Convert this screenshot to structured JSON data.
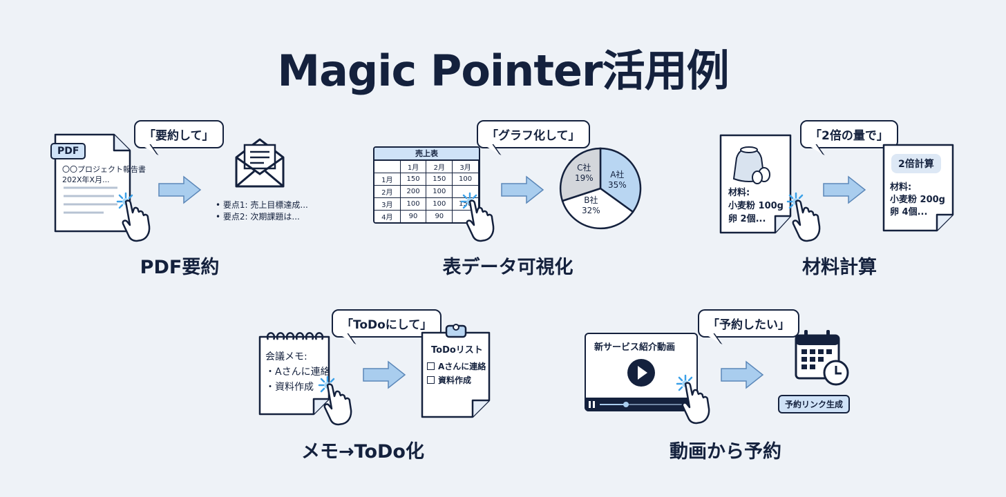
{
  "title": "Magic Pointer活用例",
  "colors": {
    "navy": "#14213d",
    "light_blue": "#b9d6f2",
    "arrow_blue": "#a9cdee",
    "background": "#eef2f7"
  },
  "examples": {
    "pdf": {
      "caption": "PDF要約",
      "bubble": "「要約して」",
      "doc_tag": "PDF",
      "doc_lines": [
        "〇〇プロジェクト報告書",
        "202X年X月..."
      ],
      "result_lines": [
        "• 要点1: 売上目標達成...",
        "• 要点2: 次期課題は..."
      ]
    },
    "table": {
      "caption": "表データ可視化",
      "bubble": "「グラフ化して」",
      "sheet_title": "売上表",
      "headers": [
        "",
        "1月",
        "2月",
        "3月"
      ],
      "rows": [
        [
          "1月",
          "150",
          "150",
          "100"
        ],
        [
          "2月",
          "200",
          "100",
          ""
        ],
        [
          "3月",
          "100",
          "100",
          "150"
        ],
        [
          "4月",
          "90",
          "90",
          ""
        ]
      ],
      "pie_labels": {
        "a": [
          "A社",
          "35%"
        ],
        "b": [
          "B社",
          "32%"
        ],
        "c": [
          "C社",
          "19%"
        ]
      }
    },
    "recipe": {
      "caption": "材料計算",
      "bubble": "「2倍の量で」",
      "before_lines": [
        "材料:",
        "小麦粉 100g",
        "卵 2個..."
      ],
      "after_title": "2倍計算",
      "after_lines": [
        "材料:",
        "小麦粉 200g",
        "卵 4個..."
      ]
    },
    "memo": {
      "caption": "メモ→ToDo化",
      "bubble": "「ToDoにして」",
      "memo_lines": [
        "会議メモ:",
        "・Aさんに連絡",
        "・資料作成"
      ],
      "todo_title": "ToDoリスト",
      "todo_items": [
        "Aさんに連絡",
        "資料作成"
      ]
    },
    "video": {
      "caption": "動画から予約",
      "bubble": "「予約したい」",
      "video_title": "新サービス紹介動画",
      "result_button": "予約リンク生成"
    }
  }
}
